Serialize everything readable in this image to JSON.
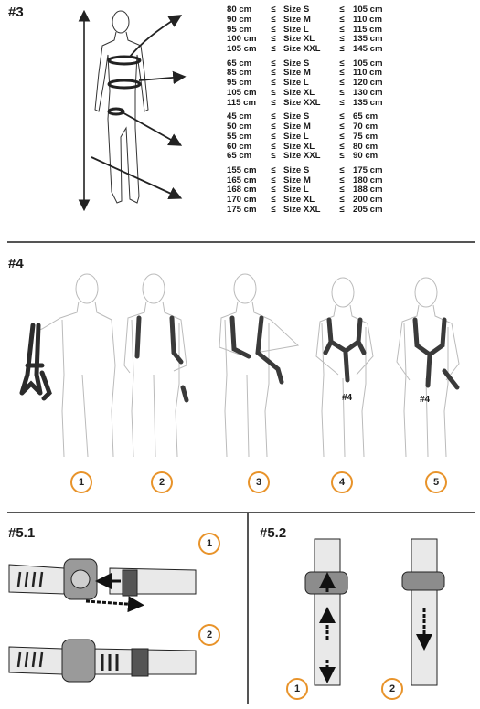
{
  "section3": {
    "label": "#3",
    "groups": [
      [
        [
          "80 cm",
          "≤",
          "Size S",
          "≤",
          "105 cm"
        ],
        [
          "90 cm",
          "≤",
          "Size M",
          "≤",
          "110 cm"
        ],
        [
          "95 cm",
          "≤",
          "Size L",
          "≤",
          "115 cm"
        ],
        [
          "100 cm",
          "≤",
          "Size XL",
          "≤",
          "135 cm"
        ],
        [
          "105 cm",
          "≤",
          "Size XXL",
          "≤",
          "145 cm"
        ]
      ],
      [
        [
          "65 cm",
          "≤",
          "Size S",
          "≤",
          "105 cm"
        ],
        [
          "85 cm",
          "≤",
          "Size M",
          "≤",
          "110 cm"
        ],
        [
          "95 cm",
          "≤",
          "Size L",
          "≤",
          "120 cm"
        ],
        [
          "105 cm",
          "≤",
          "Size XL",
          "≤",
          "130 cm"
        ],
        [
          "115 cm",
          "≤",
          "Size XXL",
          "≤",
          "135 cm"
        ]
      ],
      [
        [
          "45 cm",
          "≤",
          "Size S",
          "≤",
          "65 cm"
        ],
        [
          "50 cm",
          "≤",
          "Size M",
          "≤",
          "70 cm"
        ],
        [
          "55 cm",
          "≤",
          "Size L",
          "≤",
          "75 cm"
        ],
        [
          "60 cm",
          "≤",
          "Size XL",
          "≤",
          "80 cm"
        ],
        [
          "65 cm",
          "≤",
          "Size XXL",
          "≤",
          "90 cm"
        ]
      ],
      [
        [
          "155 cm",
          "≤",
          "Size S",
          "≤",
          "175 cm"
        ],
        [
          "165 cm",
          "≤",
          "Size M",
          "≤",
          "180 cm"
        ],
        [
          "168 cm",
          "≤",
          "Size L",
          "≤",
          "188 cm"
        ],
        [
          "170 cm",
          "≤",
          "Size XL",
          "≤",
          "200 cm"
        ],
        [
          "175 cm",
          "≤",
          "Size XXL",
          "≤",
          "205 cm"
        ]
      ]
    ]
  },
  "section4": {
    "label": "#4",
    "steps": [
      "1",
      "2",
      "3",
      "4",
      "5"
    ],
    "figure_callouts": [
      "#4",
      "#4"
    ]
  },
  "section51": {
    "label": "#5.1",
    "steps": [
      "1",
      "2"
    ]
  },
  "section52": {
    "label": "#5.2",
    "steps": [
      "1",
      "2"
    ]
  },
  "colors": {
    "accent_circle": "#e8932a",
    "strap": "#e9e9e9",
    "webbing_dark": "#4a4a4a",
    "outline": "#222222"
  }
}
